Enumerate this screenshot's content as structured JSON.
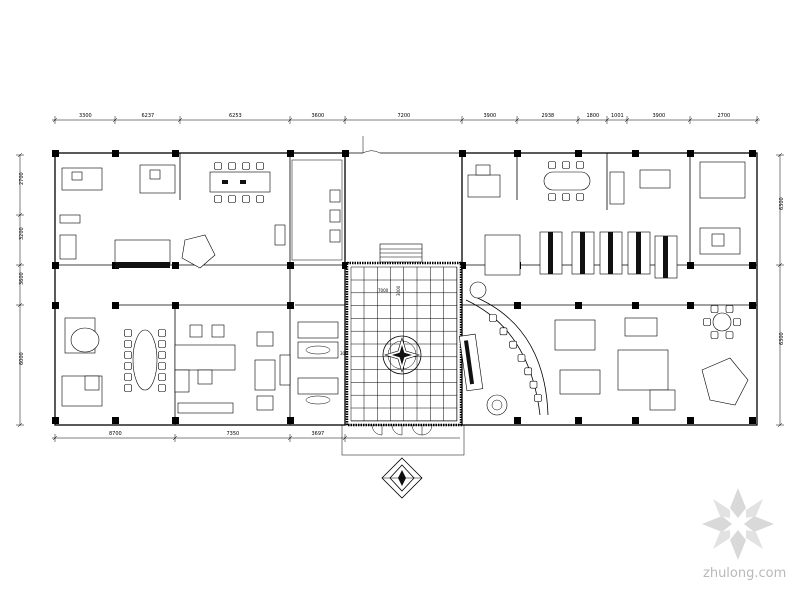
{
  "drawing": {
    "dims_top": [
      "3300",
      "6237",
      "6253",
      "3600",
      "7200",
      "3900",
      "2938",
      "1800",
      "1001",
      "3900",
      "2700"
    ],
    "dims_bottom": [
      "8700",
      "7350",
      "3697"
    ],
    "dims_left": [
      "2700",
      "3200",
      "3600",
      "6000"
    ],
    "dims_right": [
      "6300",
      "6300"
    ],
    "hall_labels": [
      "7000",
      "3000",
      "300"
    ],
    "room_label": "300"
  },
  "watermark": {
    "text": "zhulong.com"
  },
  "colors": {
    "line": "#000000",
    "watermark": "#b9b9b9"
  }
}
